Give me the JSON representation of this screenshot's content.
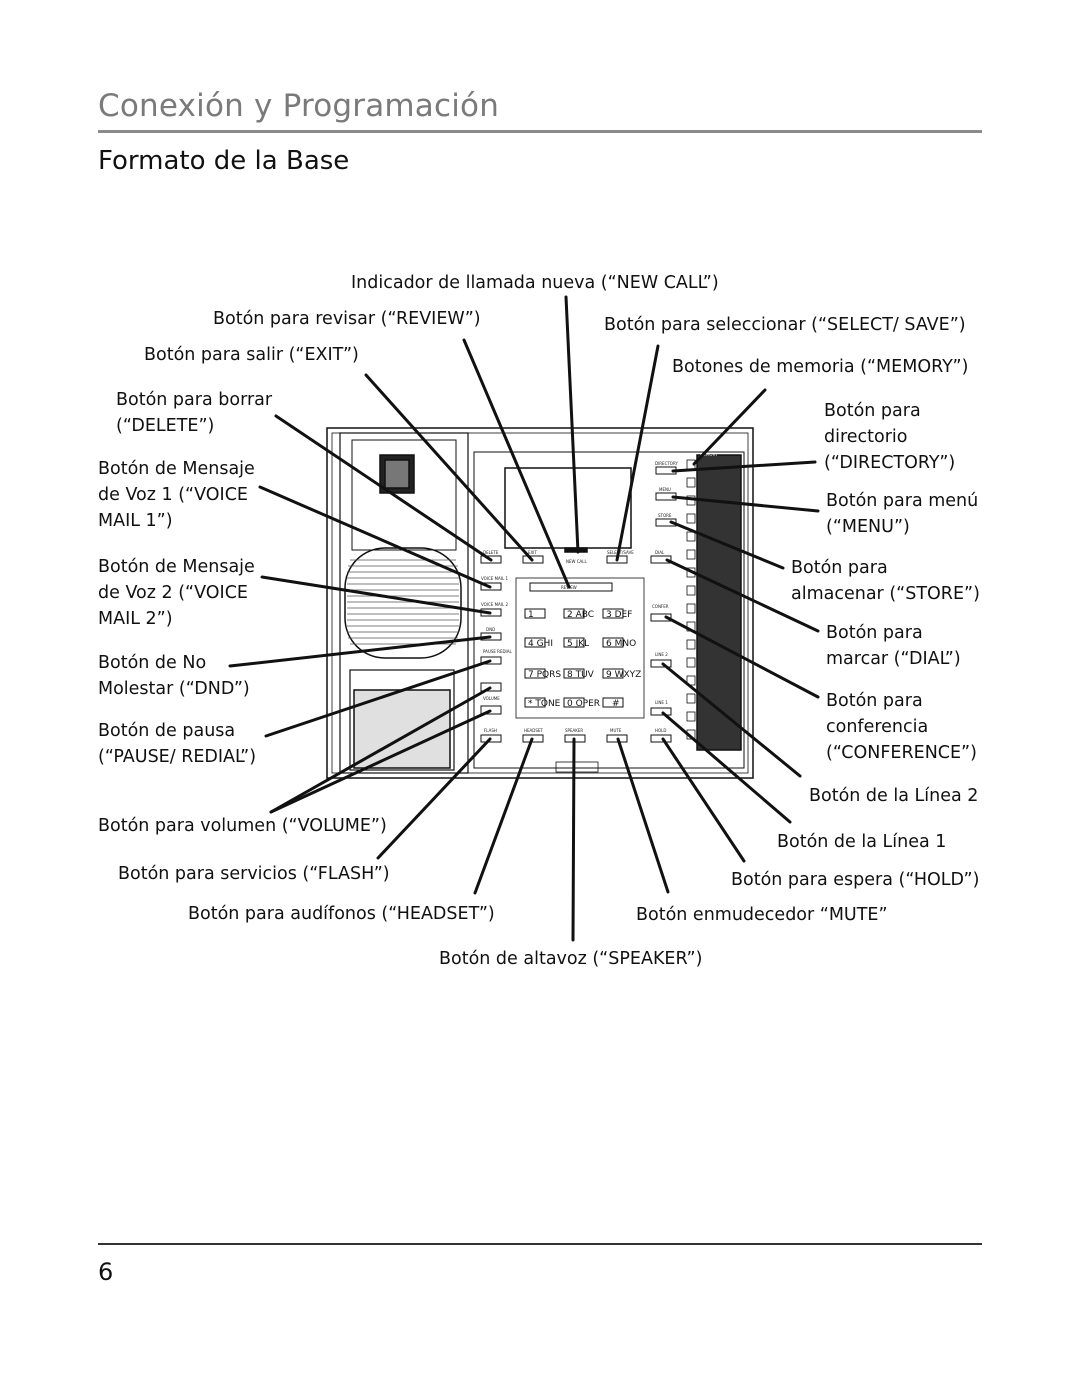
{
  "header": {
    "section_title": "Conexión y Programación",
    "page_heading": "Formato de la Base"
  },
  "callouts": {
    "new_call": "Indicador de llamada nueva (“NEW CALL”)",
    "review": "Botón para revisar (“REVIEW”)",
    "select_save": "Botón para seleccionar (“SELECT/ SAVE”)",
    "exit": "Botón para salir (“EXIT”)",
    "memory": "Botones de memoria (“MEMORY”)",
    "delete_1": "Botón para borrar",
    "delete_2": "(“DELETE”)",
    "directory_1": "Botón para",
    "directory_2": "directorio",
    "directory_3": "(“DIRECTORY”)",
    "voicemail1_1": "Botón de Mensaje",
    "voicemail1_2": "de Voz 1 (“VOICE",
    "voicemail1_3": "MAIL 1”)",
    "menu_1": "Botón para menú",
    "menu_2": "(“MENU”)",
    "voicemail2_1": "Botón de Mensaje",
    "voicemail2_2": "de Voz 2 (“VOICE",
    "voicemail2_3": "MAIL 2”)",
    "store_1": "Botón para",
    "store_2": "almacenar (“STORE”)",
    "dial_1": "Botón para",
    "dial_2": "marcar (“DIAL”)",
    "dnd_1": "Botón de No",
    "dnd_2": "Molestar (“DND”)",
    "conference_1": "Botón para",
    "conference_2": "conferencia",
    "conference_3": "(“CONFERENCE”)",
    "pause_1": "Botón de pausa",
    "pause_2": "(“PAUSE/ REDIAL”)",
    "line2": "Botón de la Línea 2",
    "volume": "Botón para volumen (“VOLUME”)",
    "line1": "Botón de la Línea 1",
    "flash": "Botón para servicios (“FLASH”)",
    "hold": "Botón para espera (“HOLD”)",
    "headset": "Botón para audífonos (“HEADSET”)",
    "mute": "Botón enmudecedor  “MUTE”",
    "speaker": "Botón de altavoz (“SPEAKER”)"
  },
  "phone_labels": {
    "delete": "DELETE",
    "exit": "EXIT",
    "new_call": "NEW CALL",
    "select_save": "SELECT/SAVE",
    "dial": "DIAL",
    "directory": "DIRECTORY",
    "menu": "MENU",
    "store": "STORE",
    "memory": "MEMORY",
    "voice_mail_1": "VOICE MAIL 1",
    "voice_mail_2": "VOICE MAIL 2",
    "dnd": "DND",
    "pause_redial": "PAUSE REDIAL",
    "volume": "VOLUME",
    "review": "REVIEW",
    "conference": "CONFER",
    "line_2": "LINE 2",
    "line_1": "LINE 1",
    "flash": "FLASH",
    "headset": "HEADSET",
    "speaker": "SPEAKER",
    "mute": "MUTE",
    "hold": "HOLD",
    "keys": [
      "1",
      "2 ABC",
      "3 DEF",
      "4 GHI",
      "5 JKL",
      "6 MNO",
      "7 PQRS",
      "8 TUV",
      "9 WXYZ",
      "* TONE",
      "0 OPER",
      "#"
    ]
  },
  "footer": {
    "page_number": "6"
  }
}
